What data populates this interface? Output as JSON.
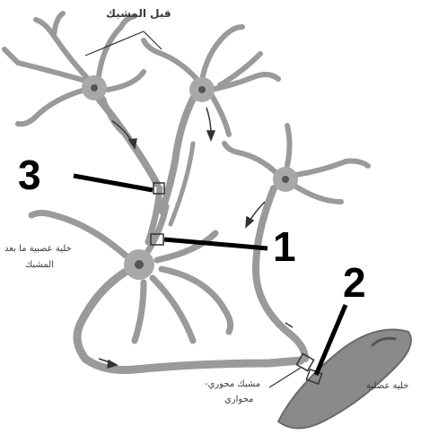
{
  "labels": {
    "presynaptic": "قبل المشبك",
    "postsynaptic_line1": "خلية عصبية ما بعد",
    "postsynaptic_line2": "المشبك",
    "axo_axonic_line1": "مشبك محوري-",
    "axo_axonic_line2": "محواري",
    "muscle": "خلية عضلية"
  },
  "markers": {
    "one": "1",
    "two": "2",
    "three": "3"
  }
}
